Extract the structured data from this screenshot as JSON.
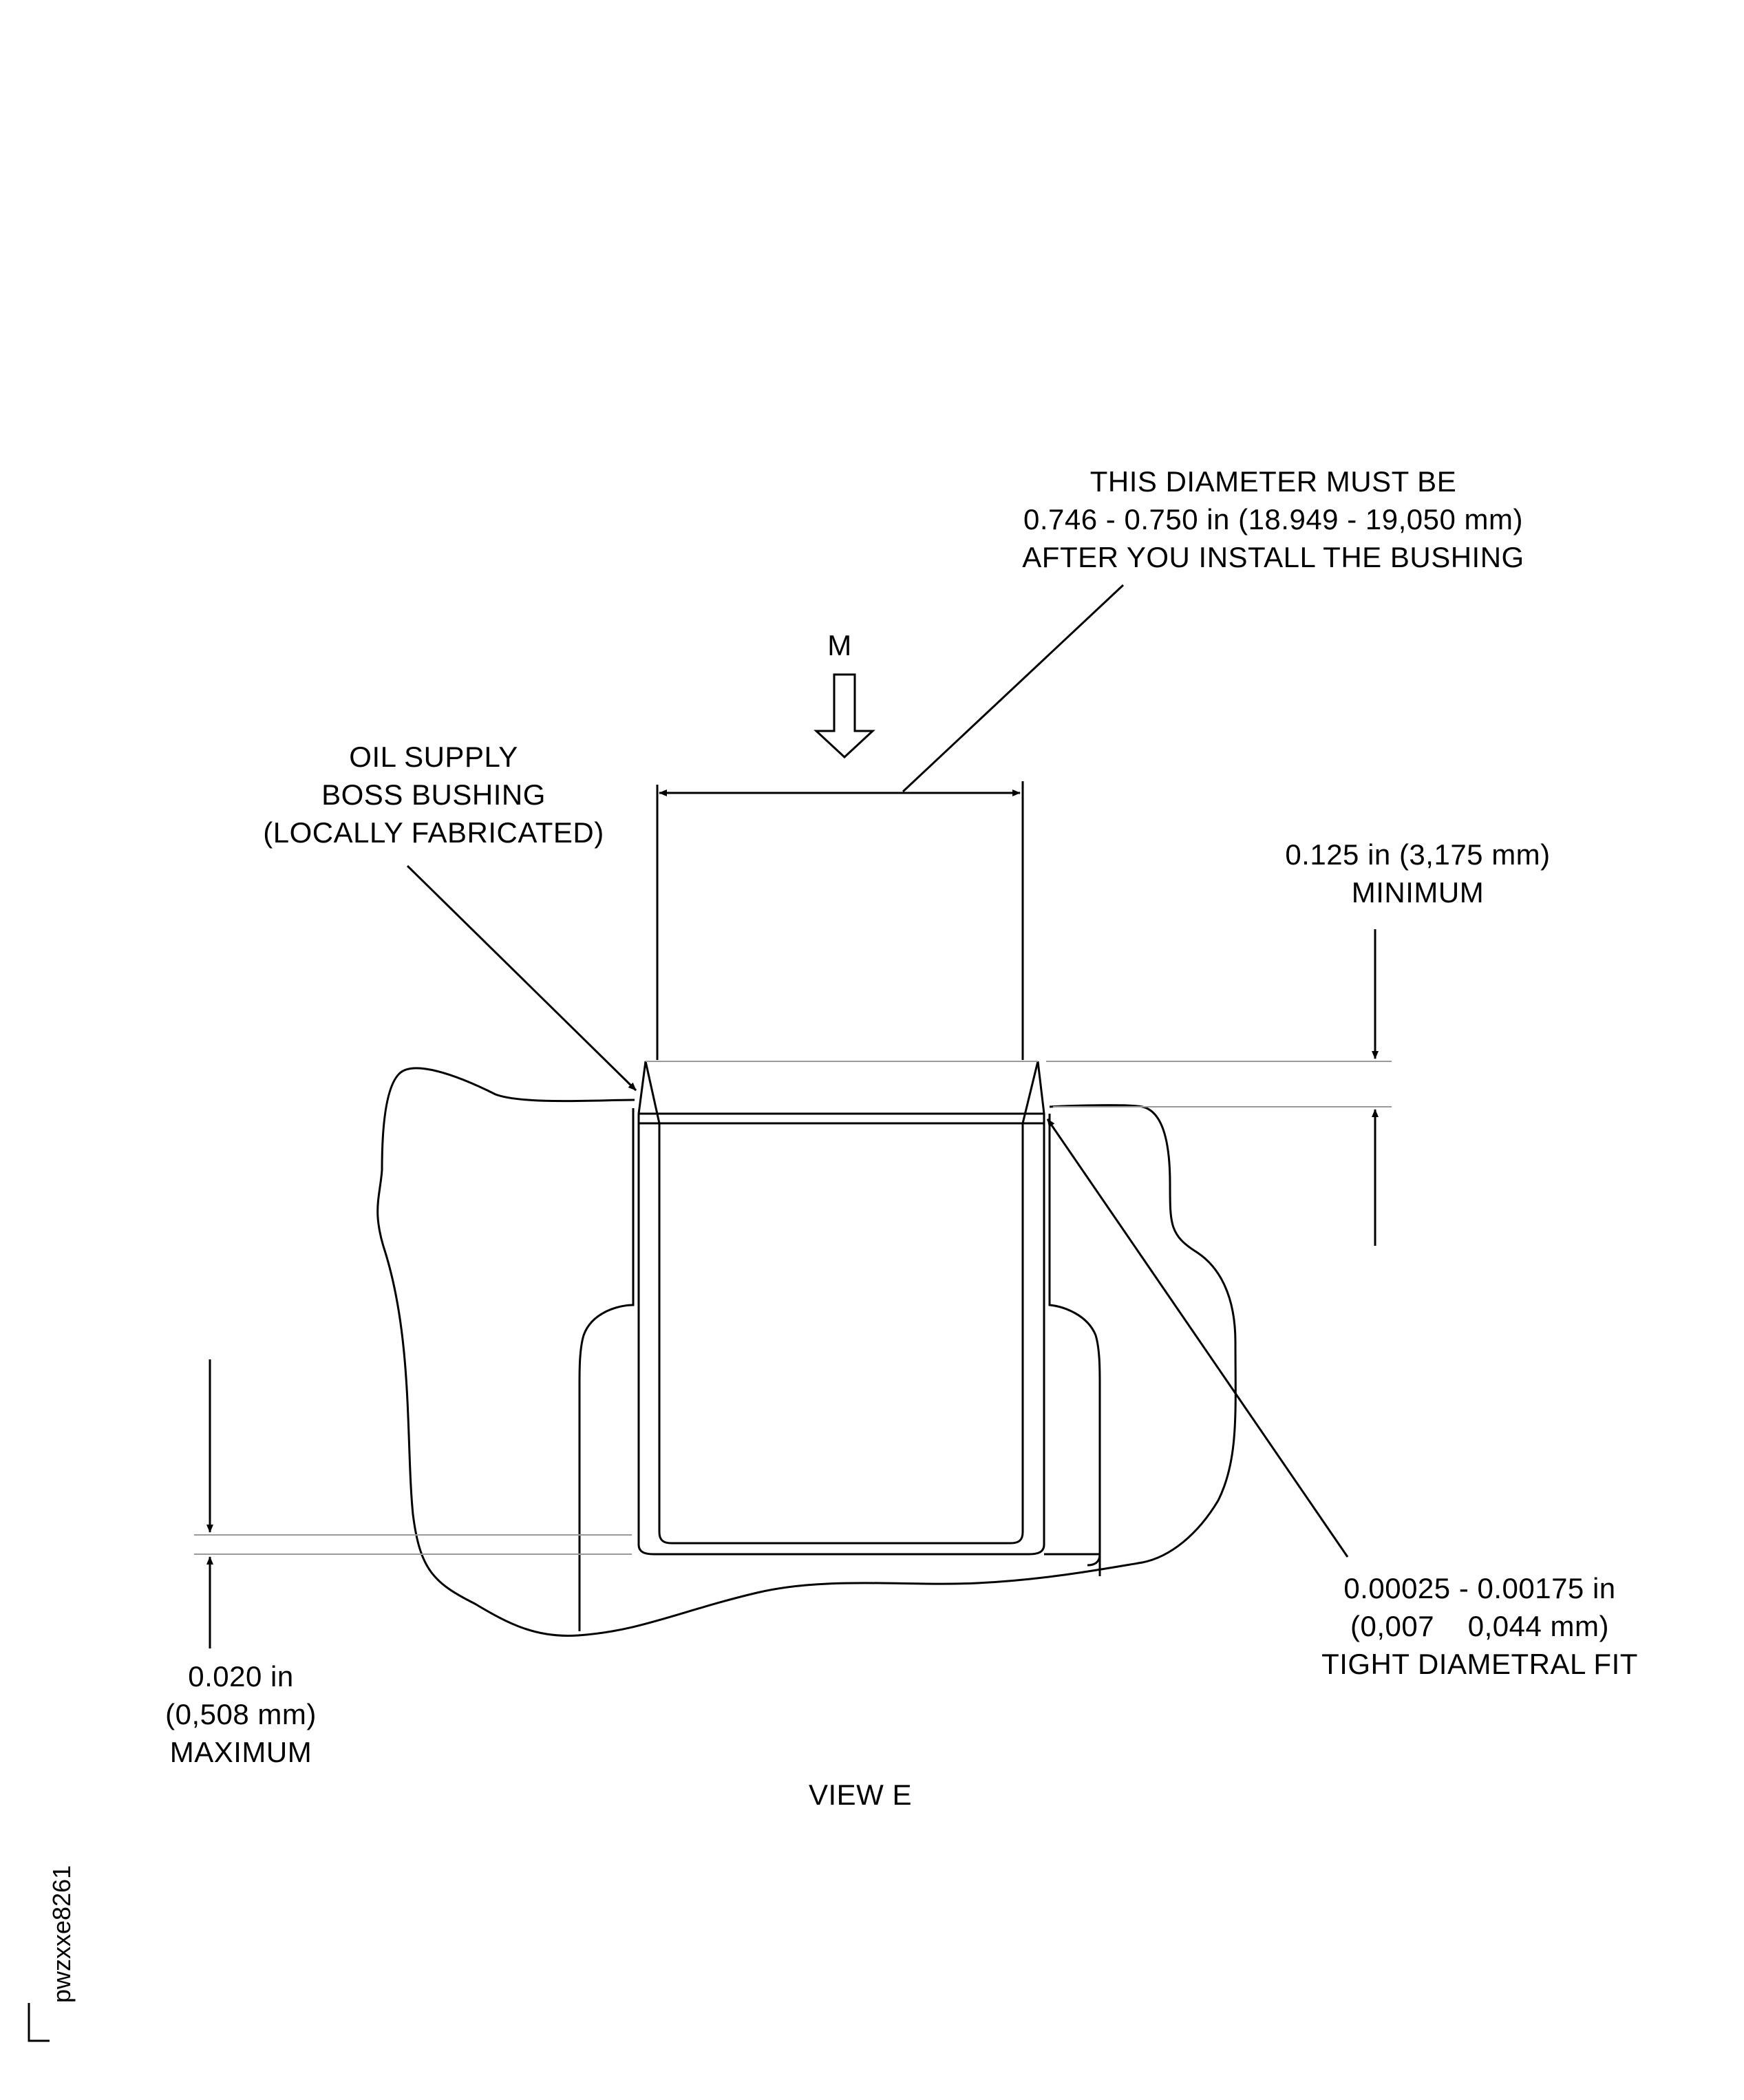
{
  "labels": {
    "diameter": {
      "lines": [
        "THIS DIAMETER MUST BE",
        "0.746 - 0.750 in (18.949 - 19,050 mm)",
        "AFTER YOU INSTALL THE BUSHING"
      ]
    },
    "bushing": {
      "lines": [
        "OIL SUPPLY",
        "BOSS BUSHING",
        "(LOCALLY FABRICATED)"
      ]
    },
    "minimum": {
      "lines": [
        "0.125 in (3,175 mm)",
        "MINIMUM"
      ]
    },
    "fit": {
      "lines": [
        "0.00025 - 0.00175 in",
        "(0,007    0,044 mm)",
        "TIGHT DIAMETRAL FIT"
      ]
    },
    "maximum": {
      "lines": [
        "0.020 in",
        "(0,508 mm)",
        "MAXIMUM"
      ]
    },
    "arrow_m": "M",
    "view": "VIEW E",
    "reference": "pwzxxe8261"
  },
  "colors": {
    "ink": "#000000",
    "background": "#ffffff",
    "extension_line": "#9a9a9a"
  }
}
